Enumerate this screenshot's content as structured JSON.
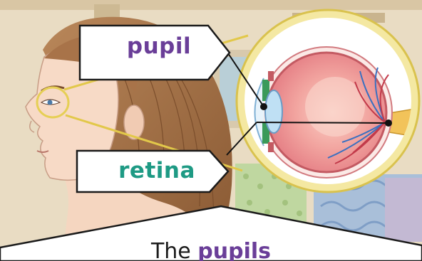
{
  "labels": {
    "pupil": "pupil",
    "retina": "retina"
  },
  "caption": {
    "prefix": "The ",
    "highlight": "pupils"
  },
  "colors": {
    "pupil_text": "#6a3e98",
    "retina_text": "#1e9a84",
    "callout_border": "#1a1a1a",
    "magnifier_ring": "#f3e59b",
    "magnifier_ring_edge": "#d9c24e",
    "leader_line": "#e2c84a"
  }
}
